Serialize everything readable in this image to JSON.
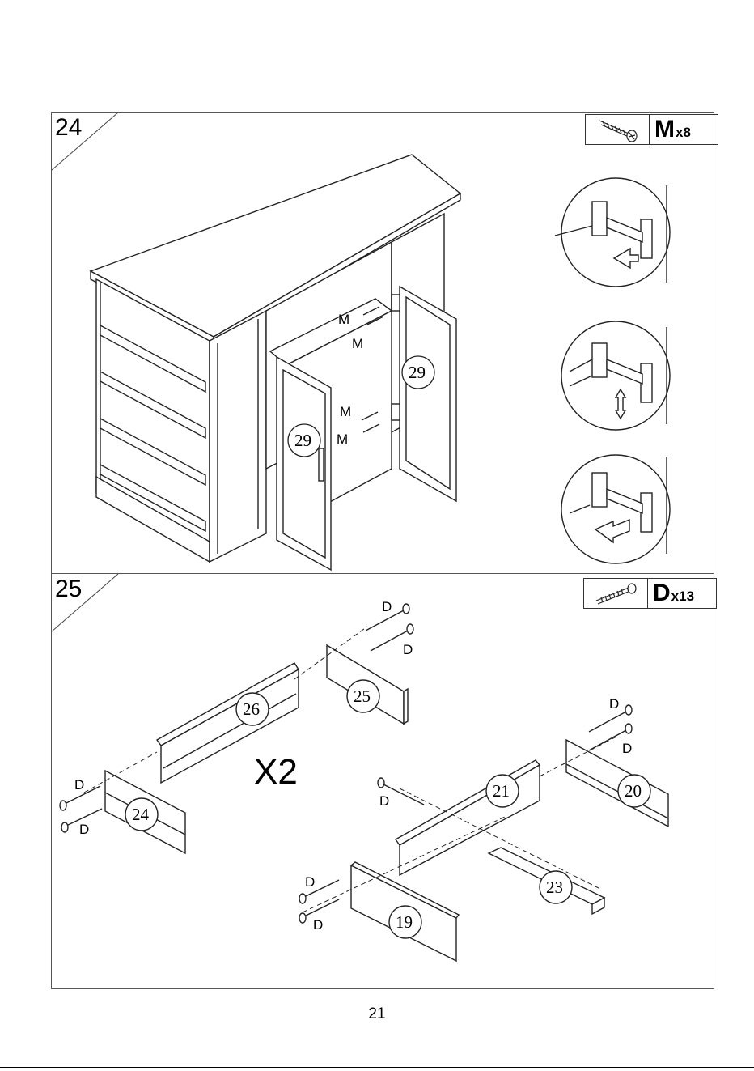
{
  "steps": [
    {
      "number": "24",
      "hardware": {
        "letter": "M",
        "quantity": "x8",
        "icon": "screw-icon"
      },
      "screw_labels": [
        "M",
        "M",
        "M",
        "M"
      ],
      "part_labels": [
        "29",
        "29"
      ]
    },
    {
      "number": "25",
      "hardware": {
        "letter": "D",
        "quantity": "x13",
        "icon": "long-screw-icon"
      },
      "screw_labels": [
        "D",
        "D",
        "D",
        "D",
        "D",
        "D",
        "D",
        "D",
        "D"
      ],
      "part_labels": [
        "26",
        "25",
        "24",
        "21",
        "20",
        "23",
        "19"
      ],
      "multiplier": "X2"
    }
  ],
  "page_number": "21"
}
